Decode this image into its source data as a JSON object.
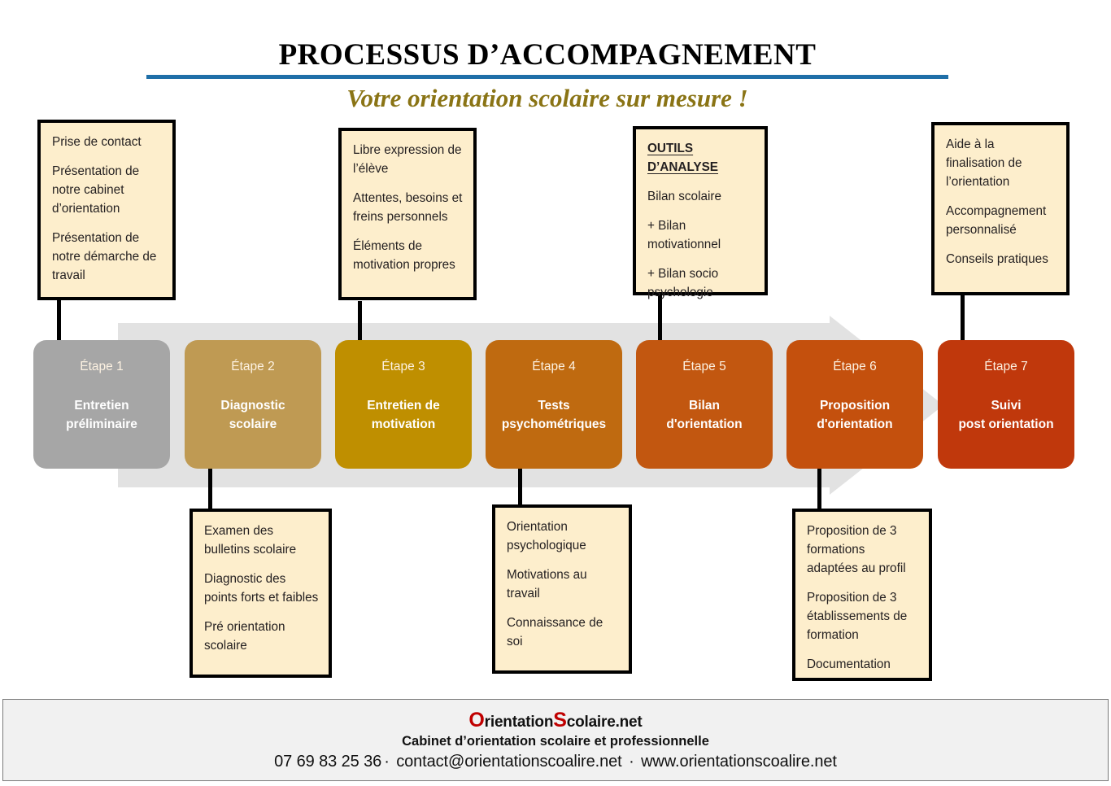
{
  "header": {
    "title": "PROCESSUS D’ACCOMPAGNEMENT",
    "subtitle": "Votre orientation scolaire sur mesure !",
    "rule_color": "#1F6FA8",
    "subtitle_color": "#8a7415"
  },
  "steps": [
    {
      "number": "Étape 1",
      "title": "Entretien\npréliminaire",
      "title_line1": "Entretien",
      "title_line2": "préliminaire",
      "color": "#a6a6a6"
    },
    {
      "number": "Étape 2",
      "title": "Diagnostic scolaire",
      "title_line1": "Diagnostic",
      "title_line2": "scolaire",
      "color": "#bf9githexit"
    },
    {
      "number": "Étape 3",
      "title": "Entretien de motivation",
      "title_line1": "Entretien de",
      "title_line2": "motivation",
      "color": "#bf8f00"
    },
    {
      "number": "Étape 4",
      "title": "Tests psychométriques",
      "title_line1": "Tests",
      "title_line2": "psychométriques",
      "color": "#bf6a10"
    },
    {
      "number": "Étape 5",
      "title": "Bilan d'orientation",
      "title_line1": "Bilan",
      "title_line2": "d'orientation",
      "color": "#c25710"
    },
    {
      "number": "Étape 6",
      "title": "Proposition d'orientation",
      "title_line1": "Proposition",
      "title_line2": "d'orientation",
      "color": "#c4500d"
    },
    {
      "number": "Étape 7",
      "title": "Suivi post orientation",
      "title_line1": "Suivi",
      "title_line2": "post orientation",
      "color": "#c0380c"
    }
  ],
  "notes_top": [
    {
      "id": "note-step1",
      "lines": [
        {
          "text": "Prise de contact",
          "heading": false
        },
        {
          "text": "Présentation de notre cabinet d’orientation",
          "heading": false
        },
        {
          "text": "Présentation de notre démarche de travail",
          "heading": false
        }
      ]
    },
    {
      "id": "note-step3",
      "lines": [
        {
          "text": "Libre expression de l’élève",
          "heading": false
        },
        {
          "text": "Attentes, besoins et freins personnels",
          "heading": false
        },
        {
          "text": "Éléments de motivation propres",
          "heading": false
        }
      ]
    },
    {
      "id": "note-step5",
      "lines": [
        {
          "text": "OUTILS D’ANALYSE",
          "heading": true
        },
        {
          "text": "Bilan scolaire",
          "heading": false
        },
        {
          "text": "+ Bilan motivationnel",
          "heading": false
        },
        {
          "text": "+ Bilan socio psychologie",
          "heading": false
        }
      ]
    },
    {
      "id": "note-step7",
      "lines": [
        {
          "text": "Aide à la finalisation de l’orientation",
          "heading": false
        },
        {
          "text": "Accompagnement personnalisé",
          "heading": false
        },
        {
          "text": "Conseils pratiques",
          "heading": false
        }
      ]
    }
  ],
  "notes_bottom": [
    {
      "id": "note-step2",
      "lines": [
        {
          "text": "Examen des bulletins scolaire",
          "heading": false
        },
        {
          "text": "Diagnostic des points forts et faibles",
          "heading": false
        },
        {
          "text": "Pré orientation scolaire",
          "heading": false
        }
      ]
    },
    {
      "id": "note-step4",
      "lines": [
        {
          "text": "Orientation psychologique",
          "heading": false
        },
        {
          "text": "Motivations au travail",
          "heading": false
        },
        {
          "text": "Connaissance de soi",
          "heading": false
        }
      ]
    },
    {
      "id": "note-step6",
      "lines": [
        {
          "text": "Proposition de 3 formations adaptées au profil",
          "heading": false
        },
        {
          "text": "Proposition de 3 établissements de formation",
          "heading": false
        },
        {
          "text": "Documentation",
          "heading": false
        }
      ]
    }
  ],
  "footer": {
    "brand_prefix_cap": "O",
    "brand_prefix_rest": "rientation",
    "brand_second_cap": "S",
    "brand_second_rest": "colaire.net",
    "tagline": "Cabinet d’orientation scolaire et professionnelle",
    "phone": "07 69 83 25 36",
    "email": "contact@orientationscoalire.net",
    "website": "www.orientationscoalire.net",
    "separator": "·",
    "brand_accent_color": "#c00000"
  }
}
